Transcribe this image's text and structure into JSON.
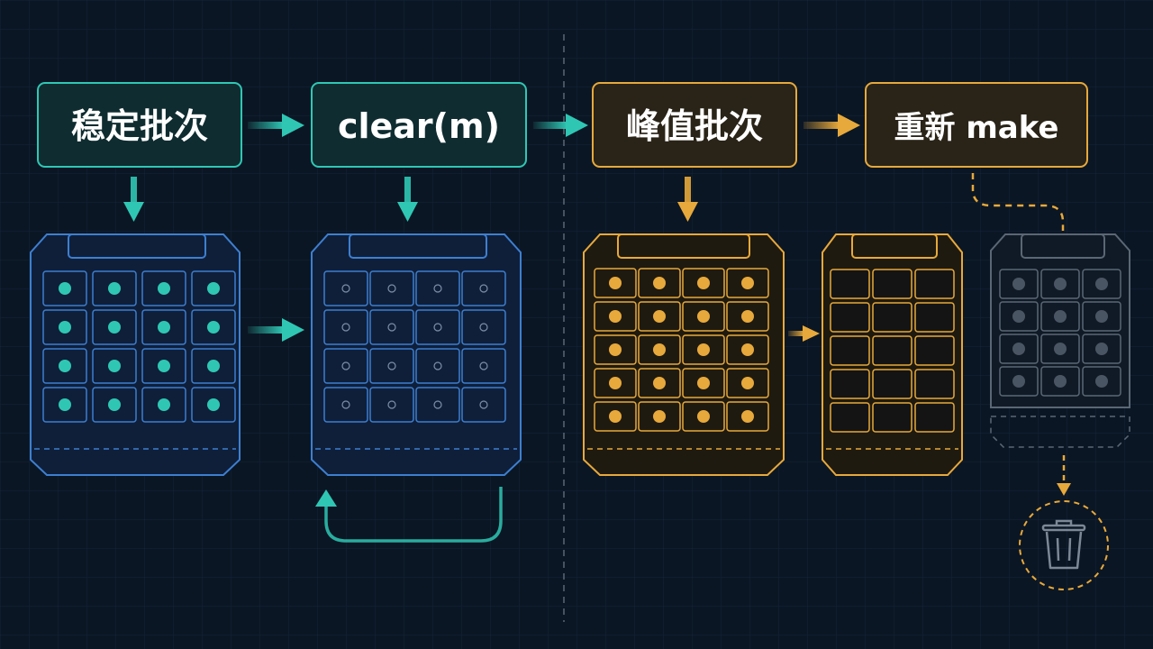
{
  "labels": {
    "stable_batch": "稳定批次",
    "clear_op": "clear(m)",
    "peak_batch": "峰值批次",
    "remake_op": "重新 make"
  },
  "colors": {
    "background": "#0b1624",
    "grid": "#13243a",
    "teal": "#2fc7b4",
    "teal_box_fill": "#0f2c30",
    "blue": "#3d7fd0",
    "blue_fill": "#0f1f3a",
    "gold": "#e7a93b",
    "gold_box_fill": "#2a2418",
    "gray": "#5b6775",
    "text": "#ffffff"
  },
  "icons": {
    "trash": "trash-icon",
    "loop": "loop-arrow-icon"
  },
  "containers": [
    {
      "id": "stable-full",
      "rows": 4,
      "cols": 4,
      "slot": "teal-dot"
    },
    {
      "id": "cleared",
      "rows": 4,
      "cols": 4,
      "slot": "empty-ring"
    },
    {
      "id": "peak-full",
      "rows": 5,
      "cols": 4,
      "slot": "gold-dot"
    },
    {
      "id": "remade-empty",
      "rows": 5,
      "cols": 3,
      "slot": "none"
    },
    {
      "id": "discarded",
      "rows": 4,
      "cols": 3,
      "slot": "gray-dot"
    }
  ]
}
